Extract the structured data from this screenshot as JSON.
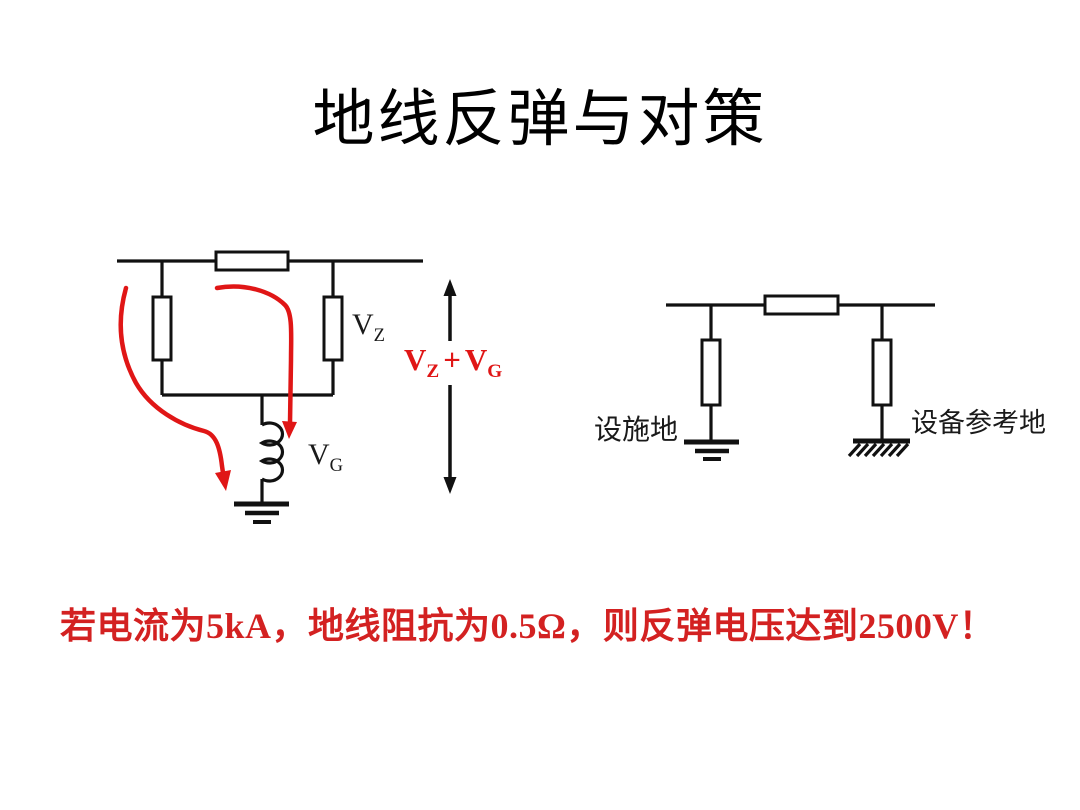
{
  "slide": {
    "title": "地线反弹与对策",
    "conclusion": "若电流为5kA，地线阻抗为0.5Ω，则反弹电压达到2500V！"
  },
  "left_circuit": {
    "impedance_voltage_label": {
      "main": "V",
      "sub": "Z"
    },
    "ground_voltage_label": {
      "main": "V",
      "sub": "G"
    },
    "total_voltage_label": {
      "term1_main": "V",
      "term1_sub": "Z",
      "operator": "+",
      "term2_main": "V",
      "term2_sub": "G"
    }
  },
  "right_circuit": {
    "facility_ground_label": "设施地",
    "equipment_ground_label": "设备参考地"
  },
  "colors": {
    "ink": "#111111",
    "diagram_red": "#e01616",
    "text_red": "#d32121",
    "background": "#ffffff"
  }
}
